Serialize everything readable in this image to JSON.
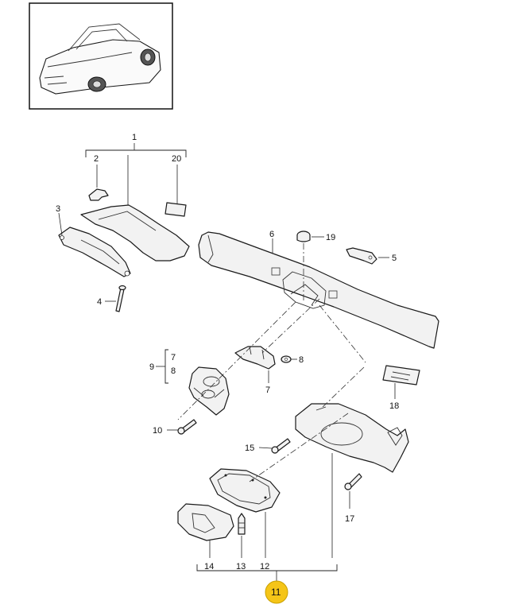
{
  "diagram": {
    "callouts": {
      "c1": "1",
      "c2": "2",
      "c3": "3",
      "c4": "4",
      "c5": "5",
      "c6": "6",
      "c7a": "7",
      "c7b": "7",
      "c8a": "8",
      "c8b": "8",
      "c9": "9",
      "c10": "10",
      "c11": "11",
      "c12": "12",
      "c13": "13",
      "c14": "14",
      "c15": "15",
      "c17": "17",
      "c18": "18",
      "c19": "19",
      "c20": "20"
    },
    "colors": {
      "highlight": "#f5c518",
      "outline": "#1a1a1a",
      "part_fill": "#f2f2f2"
    },
    "highlighted_callout": "11",
    "thumbnail": "car-thumbnail-convertible"
  }
}
